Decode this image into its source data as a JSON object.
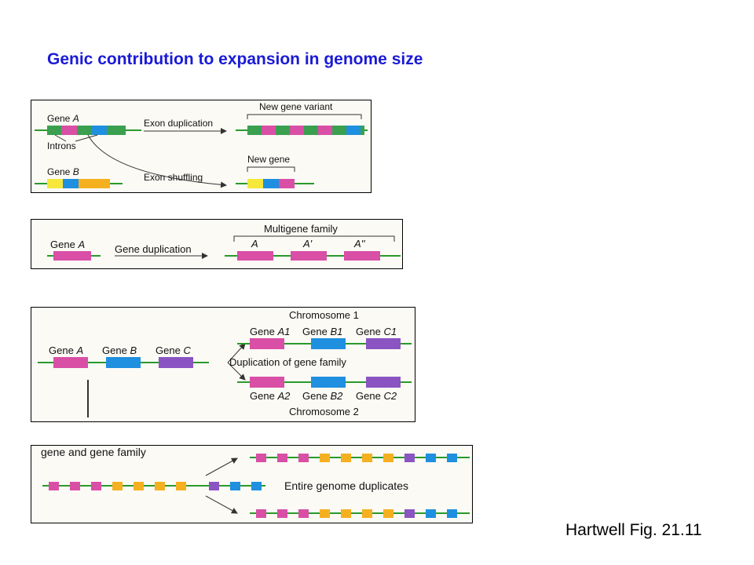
{
  "title": "Genic contribution to expansion in genome size",
  "credit": "Hartwell Fig. 21.11",
  "colors": {
    "title": "#1a1ad6",
    "line": "#2a9a2a",
    "green": "#3aa050",
    "pink": "#d94fa6",
    "blue": "#1f8fe0",
    "yellow": "#f5e83a",
    "orange": "#f5b020",
    "purple": "#8a55c2"
  },
  "panel1": {
    "gene_a": "Gene",
    "gene_a_letter": "A",
    "introns": "Introns",
    "exon_duplication": "Exon duplication",
    "new_gene_variant": "New gene variant",
    "gene_b": "Gene",
    "gene_b_letter": "B",
    "exon_shuffling": "Exon shuffling",
    "new_gene": "New gene"
  },
  "panel2": {
    "gene_a": "Gene",
    "gene_a_letter": "A",
    "gene_duplication": "Gene duplication",
    "multigene_family": "Multigene family",
    "copy_labels": [
      "A",
      "A'",
      "A''"
    ]
  },
  "panel3": {
    "genes": [
      "A",
      "B",
      "C"
    ],
    "gene_word": "Gene",
    "chromosome1": "Chromosome 1",
    "chromosome2": "Chromosome 2",
    "duplication": "Duplication of gene family",
    "chr1_genes": [
      "A1",
      "B1",
      "C1"
    ],
    "chr2_genes": [
      "A2",
      "B2",
      "C2"
    ]
  },
  "panel4": {
    "caption": "gene and gene family",
    "entire_genome": "Entire genome duplicates"
  }
}
